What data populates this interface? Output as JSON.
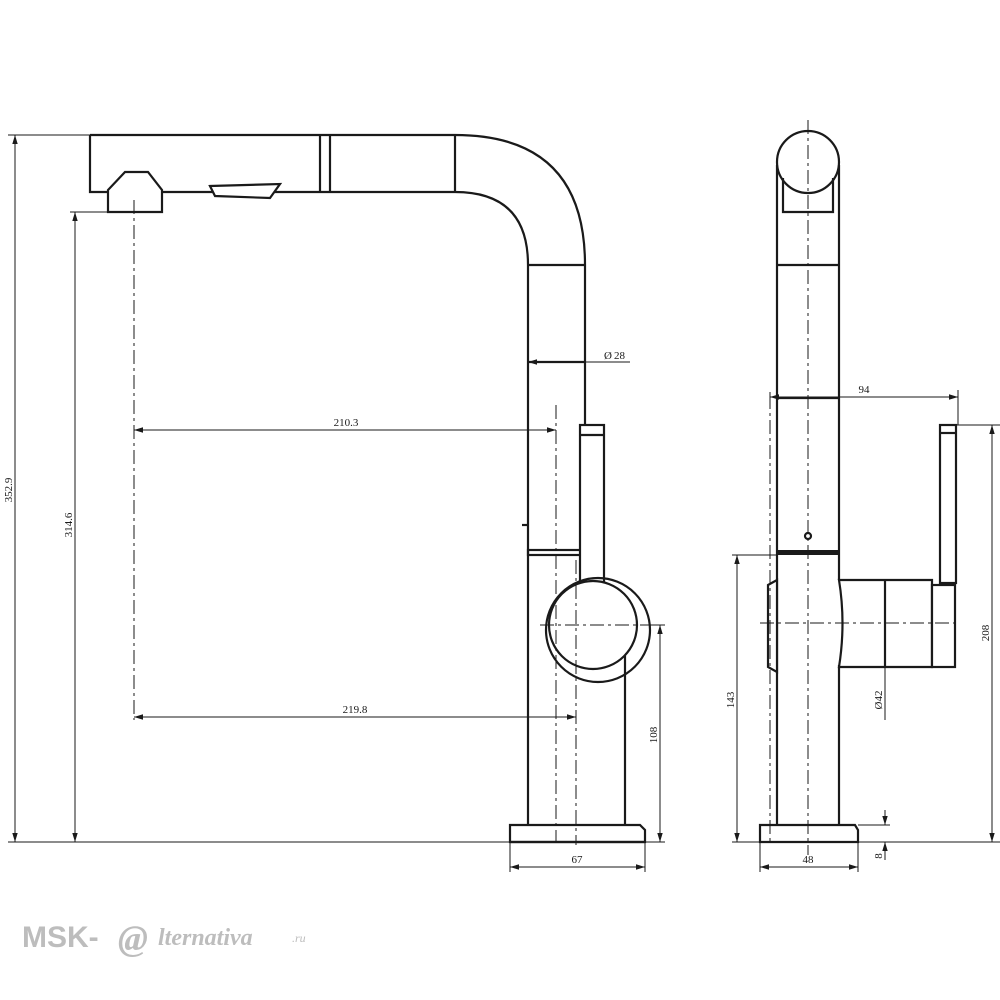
{
  "dimensions": {
    "total_height": "352.9",
    "spout_height": "314.6",
    "reach_upper": "210.3",
    "reach_lower": "219.8",
    "pipe_diameter": "28",
    "handle_height": "108",
    "base_width_side": "67",
    "handle_depth": "94",
    "handle_hub_height": "143",
    "lever_top_height": "208",
    "handle_diameter": "42",
    "base_width_front": "48",
    "base_thickness": "8"
  },
  "watermark": {
    "brand": "MSK-",
    "at_symbol": "@",
    "suffix": "lternativa",
    "domain": ".ru"
  }
}
